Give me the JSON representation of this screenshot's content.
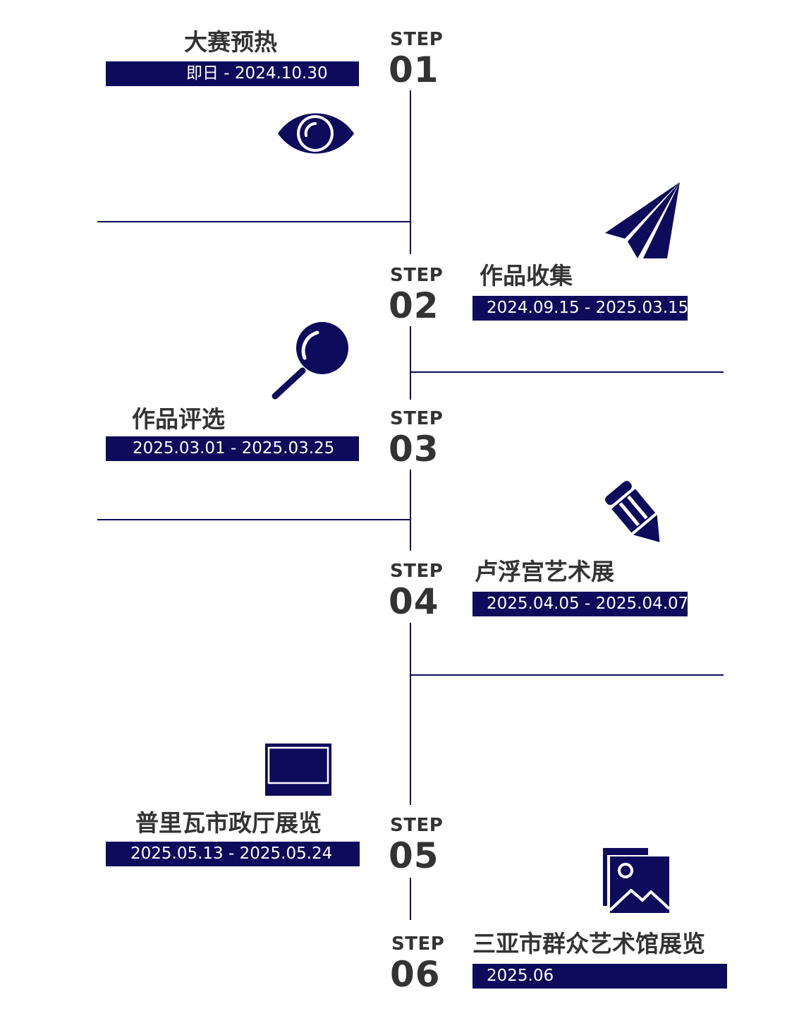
{
  "colors": {
    "accent": "#0e0b5c",
    "text": "#333333",
    "background": "#ffffff"
  },
  "steps": [
    {
      "label": "STEP",
      "number": "01",
      "title": "大赛预热",
      "date": "即日 - 2024.10.30",
      "icon": "eye-icon"
    },
    {
      "label": "STEP",
      "number": "02",
      "title": "作品收集",
      "date": "2024.09.15 - 2025.03.15",
      "icon": "paper-plane-icon"
    },
    {
      "label": "STEP",
      "number": "03",
      "title": "作品评选",
      "date": "2025.03.01 - 2025.03.25",
      "icon": "magnifier-icon"
    },
    {
      "label": "STEP",
      "number": "04",
      "title": "卢浮宫艺术展",
      "date": "2025.04.05 - 2025.04.07",
      "icon": "pencil-icon"
    },
    {
      "label": "STEP",
      "number": "05",
      "title": "普里瓦市政厅展览",
      "date": "2025.05.13 - 2025.05.24",
      "icon": "monitor-icon"
    },
    {
      "label": "STEP",
      "number": "06",
      "title": "三亚市群众艺术馆展览",
      "date": "2025.06",
      "icon": "image-gallery-icon"
    }
  ]
}
